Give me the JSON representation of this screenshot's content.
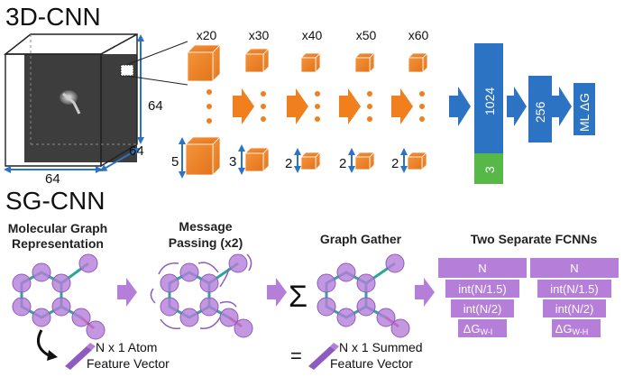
{
  "cnn": {
    "title": "3D-CNN",
    "volume_dims": {
      "side": "64",
      "depth": "64",
      "bottom": "64"
    },
    "multipliers": [
      "x20",
      "x30",
      "x40",
      "x50",
      "x60"
    ],
    "kernels": [
      "5",
      "3",
      "2",
      "2",
      "2"
    ],
    "fc1": "1024",
    "fc1_small": "3",
    "fc2": "256",
    "output": "ML ΔG"
  },
  "sg": {
    "title": "SG-CNN",
    "headers": [
      "Molecular Graph",
      "Representation",
      "Message",
      "Passing (x2)",
      "Graph Gather",
      "Two Separate FCNNs"
    ],
    "sigma": "Σ",
    "equals": "=",
    "atom_feat": [
      "N x 1 Atom",
      "Feature Vector"
    ],
    "sum_feat": [
      "N x 1 Summed",
      "Feature Vector"
    ],
    "fcnn_left": [
      "N",
      "int(N/1.5)",
      "int(N/2)",
      "ΔG"
    ],
    "fcnn_left_sub": "W-I",
    "fcnn_right": [
      "N",
      "int(N/1.5)",
      "int(N/2)",
      "ΔG"
    ],
    "fcnn_right_sub": "W-H"
  },
  "colors": {
    "orange": "#F07F1E",
    "blue": "#2D73C4",
    "green": "#57B848",
    "purple": "#B57ED9",
    "purple_dark": "#8E5BBE",
    "teal": "#2EA59A",
    "red": "#D5304A"
  }
}
